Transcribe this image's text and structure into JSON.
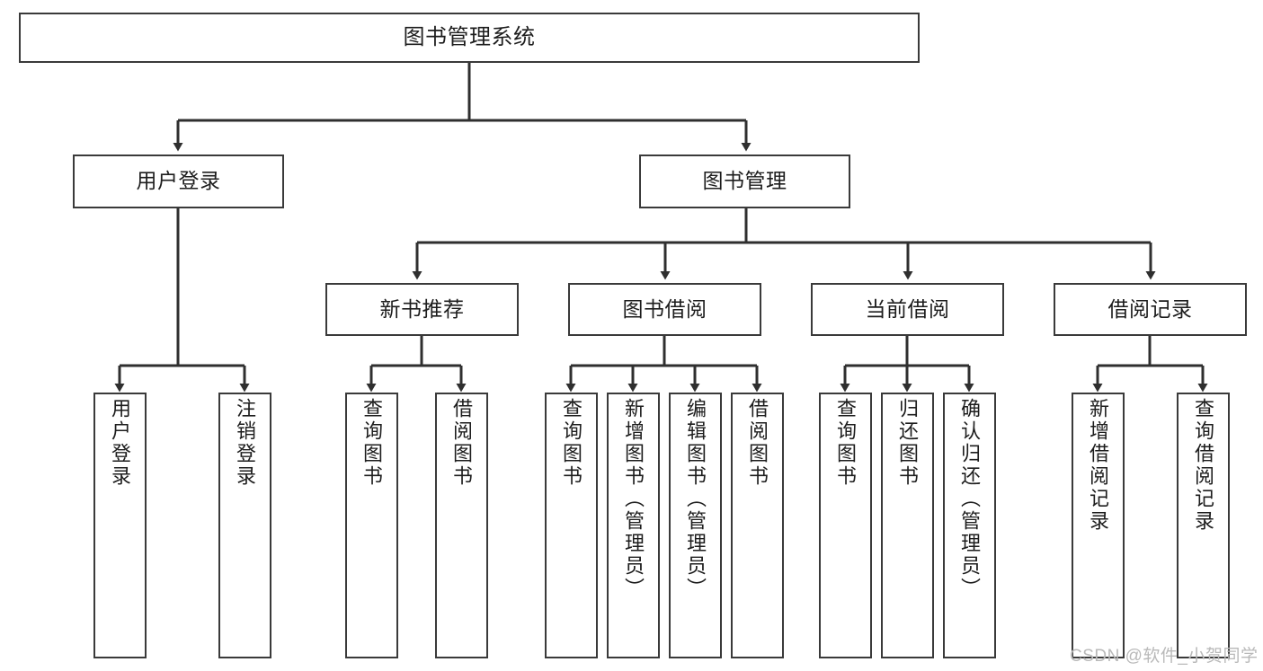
{
  "diagram": {
    "title": "图书管理系统",
    "type": "functional-structure-tree",
    "orientation": "top-down",
    "colors": {
      "box_border": "#3a3a3a",
      "box_fill": "#ffffff",
      "connector": "#2f2f2f",
      "text": "#1d1d1d",
      "watermark": "#b9b9b9"
    },
    "nodes": {
      "root": {
        "label": "图书管理系统",
        "level": 1
      },
      "level2": [
        {
          "id": "user-login",
          "label": "用户登录"
        },
        {
          "id": "book-manage",
          "label": "图书管理"
        }
      ],
      "level3": [
        {
          "id": "new-book-recommend",
          "label": "新书推荐"
        },
        {
          "id": "book-borrow",
          "label": "图书借阅"
        },
        {
          "id": "current-borrow",
          "label": "当前借阅"
        },
        {
          "id": "borrow-record",
          "label": "借阅记录"
        }
      ],
      "leaves": {
        "user-login": [
          {
            "id": "leaf-user-login",
            "label": "用户登录"
          },
          {
            "id": "leaf-user-logout",
            "label": "注销登录"
          }
        ],
        "new-book-recommend": [
          {
            "id": "leaf-query-book-1",
            "label": "查询图书"
          },
          {
            "id": "leaf-borrow-book-1",
            "label": "借阅图书"
          }
        ],
        "book-borrow": [
          {
            "id": "leaf-query-book-2",
            "label": "查询图书"
          },
          {
            "id": "leaf-add-book",
            "label": "新增图书（管理员）"
          },
          {
            "id": "leaf-edit-book",
            "label": "编辑图书（管理员）"
          },
          {
            "id": "leaf-borrow-book-2",
            "label": "借阅图书"
          }
        ],
        "current-borrow": [
          {
            "id": "leaf-query-book-3",
            "label": "查询图书"
          },
          {
            "id": "leaf-return-book",
            "label": "归还图书"
          },
          {
            "id": "leaf-confirm-return",
            "label": "确认归还（管理员）"
          }
        ],
        "borrow-record": [
          {
            "id": "leaf-add-record",
            "label": "新增借阅记录"
          },
          {
            "id": "leaf-query-record",
            "label": "查询借阅记录"
          }
        ]
      }
    },
    "watermark": "CSDN @软件_小贺同学"
  }
}
